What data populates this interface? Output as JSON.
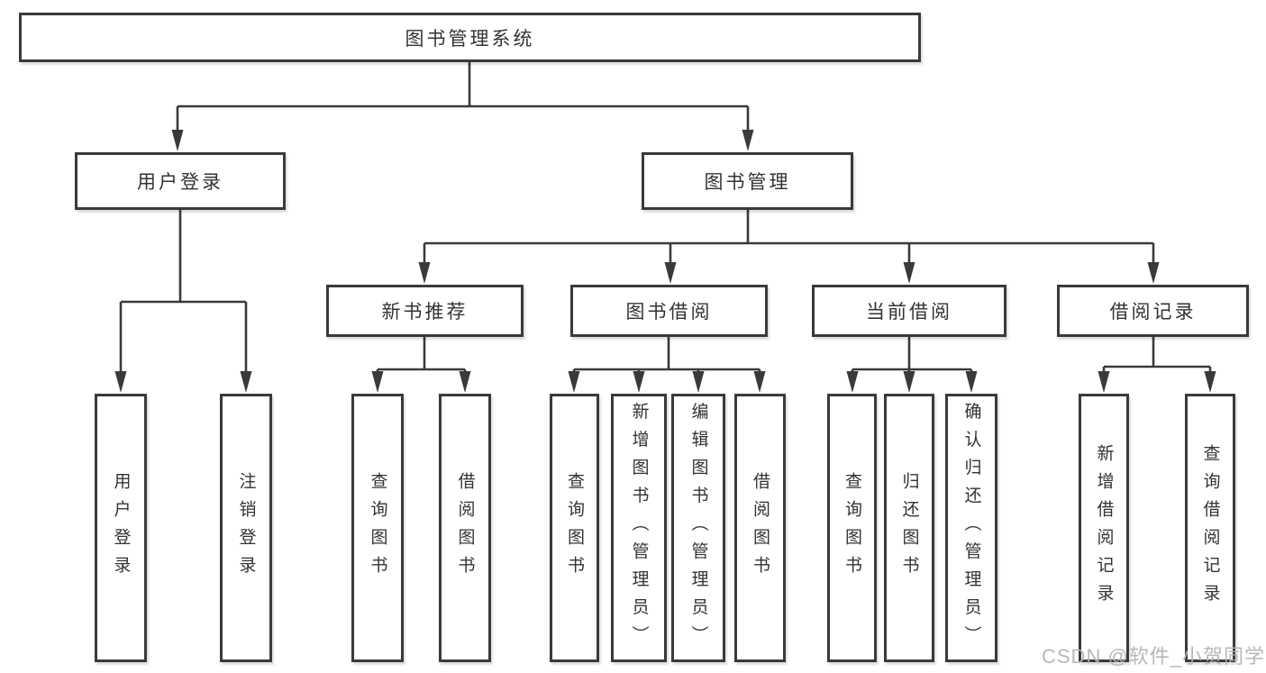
{
  "page": {
    "background_color": "#ffffff",
    "line_color": "#3a3a3a",
    "watermark": "CSDN @软件_小贺同学"
  },
  "tree": {
    "root": {
      "label": "图书管理系统",
      "children": [
        {
          "label": "用户登录",
          "children": [
            {
              "label": "用户登录"
            },
            {
              "label": "注销登录"
            }
          ]
        },
        {
          "label": "图书管理",
          "children": [
            {
              "label": "新书推荐",
              "children": [
                {
                  "label": "查询图书"
                },
                {
                  "label": "借阅图书"
                }
              ]
            },
            {
              "label": "图书借阅",
              "children": [
                {
                  "label": "查询图书"
                },
                {
                  "label": "新增图书（管理员）"
                },
                {
                  "label": "编辑图书（管理员）"
                },
                {
                  "label": "借阅图书"
                }
              ]
            },
            {
              "label": "当前借阅",
              "children": [
                {
                  "label": "查询图书"
                },
                {
                  "label": "归还图书"
                },
                {
                  "label": "确认归还（管理员）"
                }
              ]
            },
            {
              "label": "借阅记录",
              "children": [
                {
                  "label": "新增借阅记录"
                },
                {
                  "label": "查询借阅记录"
                }
              ]
            }
          ]
        }
      ]
    }
  }
}
